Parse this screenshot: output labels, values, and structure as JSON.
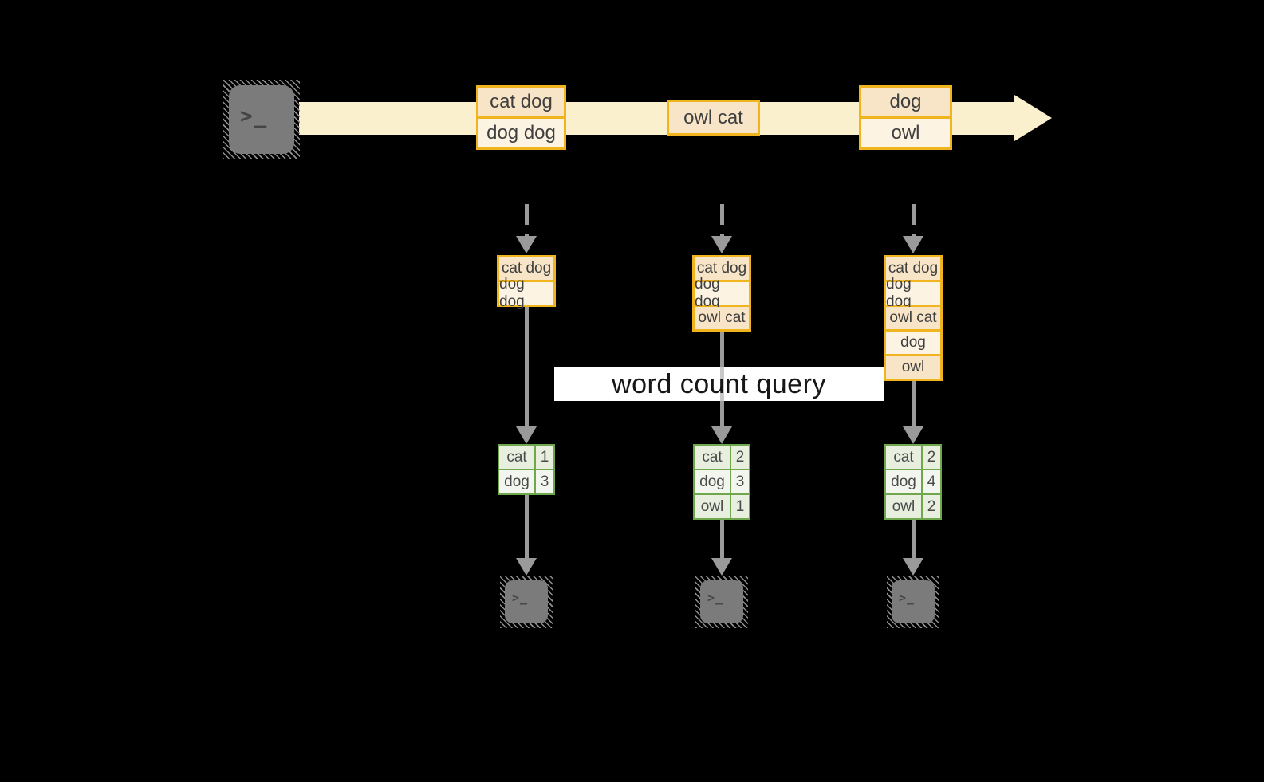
{
  "query": {
    "label": "word count query"
  },
  "icons": {
    "terminal_glyph": ">_"
  },
  "stream": {
    "events": [
      {
        "cells": [
          "cat dog",
          "dog dog"
        ]
      },
      {
        "cells": [
          "owl cat"
        ]
      },
      {
        "cells": [
          "dog",
          "owl"
        ]
      }
    ]
  },
  "columns": [
    {
      "buffer": [
        "cat dog",
        "dog dog"
      ],
      "counts": [
        [
          "cat",
          "1"
        ],
        [
          "dog",
          "3"
        ]
      ]
    },
    {
      "buffer": [
        "cat dog",
        "dog dog",
        "owl cat"
      ],
      "counts": [
        [
          "cat",
          "2"
        ],
        [
          "dog",
          "3"
        ],
        [
          "owl",
          "1"
        ]
      ]
    },
    {
      "buffer": [
        "cat dog",
        "dog dog",
        "owl cat",
        "dog",
        "owl"
      ],
      "counts": [
        [
          "cat",
          "2"
        ],
        [
          "dog",
          "4"
        ],
        [
          "owl",
          "2"
        ]
      ]
    }
  ],
  "colors": {
    "background": "#000000",
    "stream_band": "#FAF0CD",
    "event_border": "#F0B41E",
    "event_fill_dark": "#F8E4C6",
    "event_fill_light": "#FDF3E3",
    "table_border": "#6FA84C",
    "table_fill_dark": "#E8EFDF",
    "table_fill_light": "#F3F6EE",
    "arrow_gray": "#9A9A9A",
    "terminal_gray": "#7B7B7B",
    "query_box_bg": "#FFFFFF"
  }
}
